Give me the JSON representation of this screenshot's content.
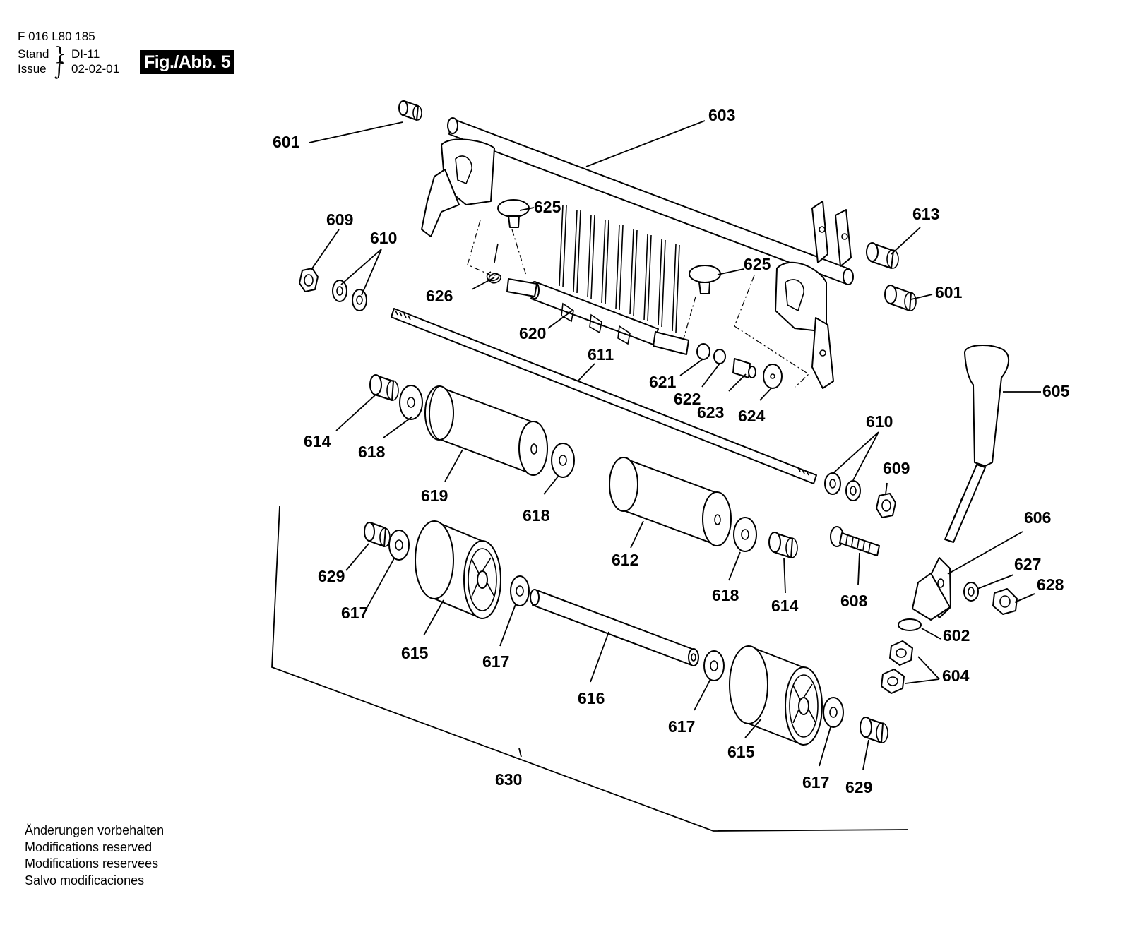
{
  "header": {
    "doc_number": "F 016 L80 185",
    "stand_label": "Stand",
    "issue_label": "Issue",
    "stand_value_struck": "DI-11",
    "issue_value": "02-02-01",
    "figure_badge": "Fig./Abb. 5"
  },
  "callouts": {
    "c601a": "601",
    "c603": "603",
    "c609a": "609",
    "c610a": "610",
    "c625a": "625",
    "c613": "613",
    "c625b": "625",
    "c601b": "601",
    "c626": "626",
    "c620": "620",
    "c611": "611",
    "c605": "605",
    "c621": "621",
    "c622": "622",
    "c623": "623",
    "c624": "624",
    "c614a": "614",
    "c618a": "618",
    "c610b": "610",
    "c609b": "609",
    "c619": "619",
    "c618b": "618",
    "c612": "612",
    "c606": "606",
    "c629a": "629",
    "c627": "627",
    "c628": "628",
    "c618c": "618",
    "c614b": "614",
    "c608": "608",
    "c617a": "617",
    "c602": "602",
    "c615a": "615",
    "c617b": "617",
    "c604": "604",
    "c616": "616",
    "c617c": "617",
    "c615b": "615",
    "c630": "630",
    "c617d": "617",
    "c629b": "629"
  },
  "footer": {
    "line_de": "Änderungen vorbehalten",
    "line_en": "Modifications reserved",
    "line_fr": "Modifications reservees",
    "line_es": "Salvo modificaciones"
  }
}
